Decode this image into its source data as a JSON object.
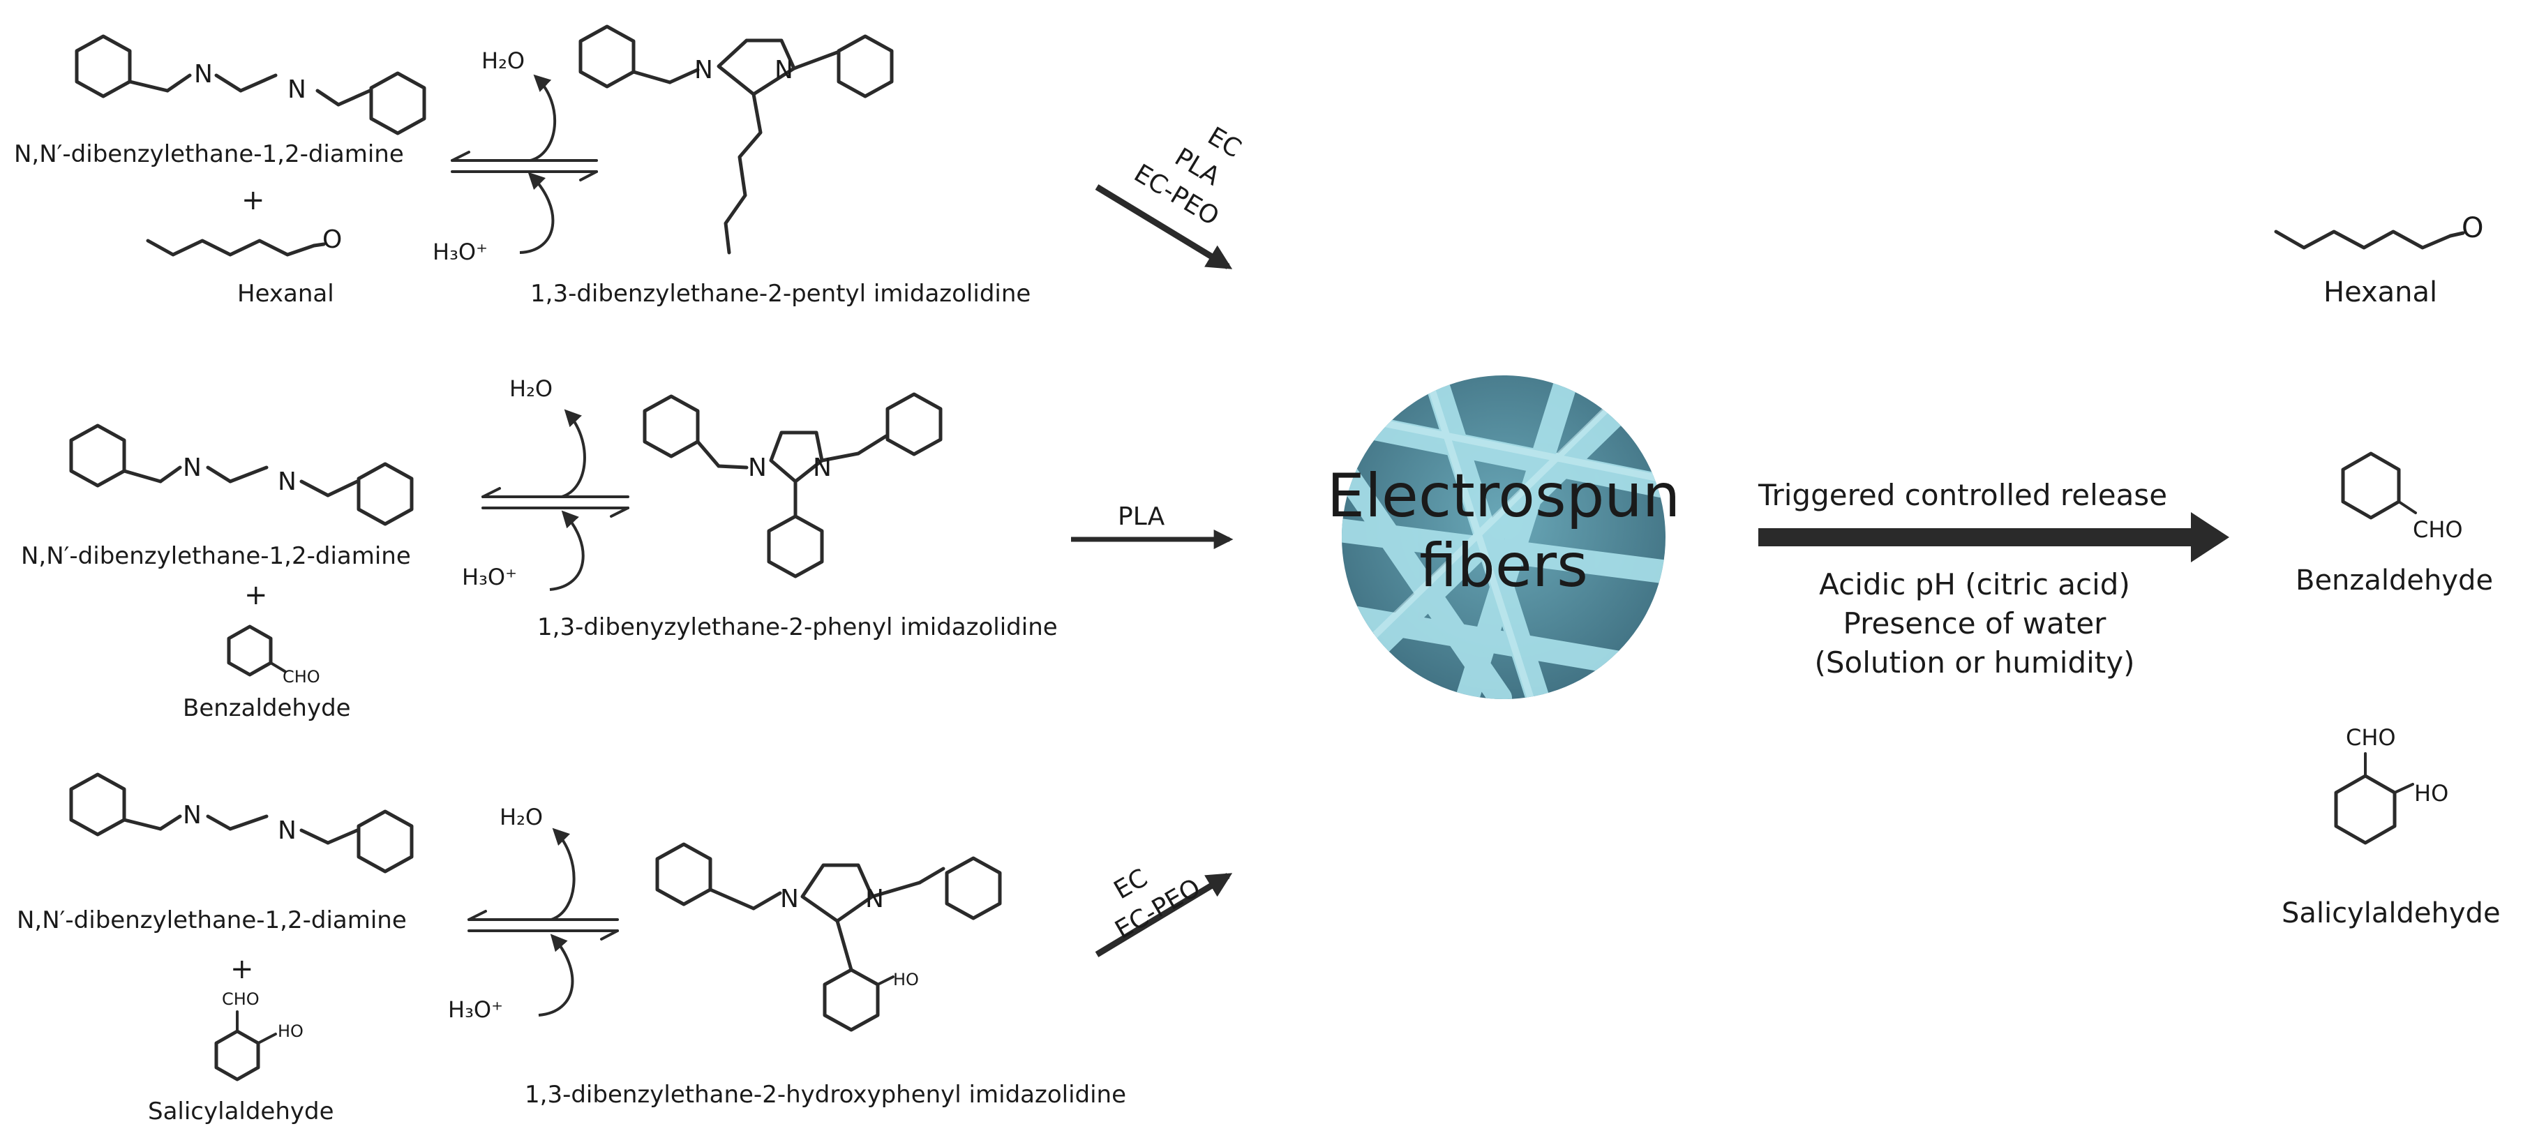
{
  "reactions": [
    {
      "amine_label": "N,N′-dibenzylethane-1,2-diamine",
      "plus": "+",
      "aldehyde_label": "Hexanal",
      "aldehyde_atom": "O",
      "water": "H₂O",
      "acid": "H₃O⁺",
      "product_label": "1,3-dibenzylethane-2-pentyl imidazolidine",
      "atom_n": "N",
      "polymers": [
        "EC",
        "PLA",
        "EC-PEO"
      ]
    },
    {
      "amine_label": "N,N′-dibenzylethane-1,2-diamine",
      "plus": "+",
      "aldehyde_label": "Benzaldehyde",
      "aldehyde_atom": "CHO",
      "water": "H₂O",
      "acid": "H₃O⁺",
      "product_label": "1,3-dibenyzylethane-2-phenyl imidazolidine",
      "atom_n": "N",
      "polymers": [
        "PLA"
      ]
    },
    {
      "amine_label": "N,N′-dibenzylethane-1,2-diamine",
      "plus": "+",
      "aldehyde_label": "Salicylaldehyde",
      "aldehyde_atom": "CHO",
      "aldehyde_atom2": "HO",
      "water": "H₂O",
      "acid": "H₃O⁺",
      "product_label": "1,3-dibenzylethane-2-hydroxyphenyl imidazolidine",
      "product_atom": "HO",
      "atom_n": "N",
      "polymers": [
        "EC",
        "EC-PEO"
      ]
    }
  ],
  "center": {
    "line1": "Electrospun",
    "line2": "fibers",
    "fiber_color": "#7fc3d0"
  },
  "release": {
    "title": "Triggered controlled release",
    "conditions": [
      "Acidic pH (citric acid)",
      "Presence of water",
      "(Solution or humidity)"
    ]
  },
  "released": [
    {
      "label": "Hexanal",
      "atom": "O"
    },
    {
      "label": "Benzaldehyde",
      "atom": "CHO"
    },
    {
      "label": "Salicylaldehyde",
      "atom": "CHO",
      "atom2": "HO"
    }
  ]
}
